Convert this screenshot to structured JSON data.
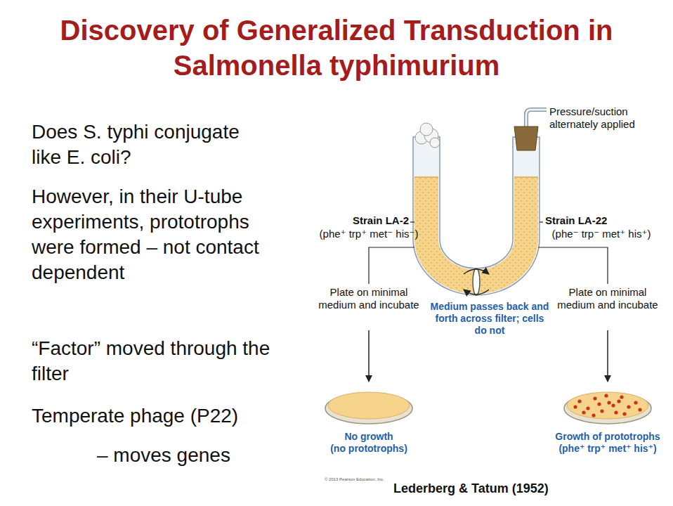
{
  "diagram": {
    "title": "Discovery of Generalized Transduction in Salmonella typhimurium",
    "nodes": [
      {
        "text": [
          "No growth",
          "(no prototrophs)"
        ]
      },
      {
        "text": [
          "Growth of prototrophs",
          "(phe⁺ trp⁺ met⁺ his⁺)"
        ]
      }
    ],
    "labels": [
      "Does S. typhi conjugate like E. coli?",
      "However, in their U-tube experiments, prototrophs were formed – not contact dependent",
      "“Factor” moved through the filter",
      "Temperate phage (P22)",
      "– moves genes",
      "Pressure/suction alternately applied",
      "Strain LA-2",
      "(phe⁺ trp⁺ met⁻ his⁻)",
      "Strain LA-22",
      "(phe⁻ trp⁻ met⁺ his⁺)",
      "Plate on minimal medium and incubate",
      "Medium passes back and forth across filter; cells do not",
      "Plate on minimal medium and incubate",
      "© 2013 Pearson Education, Inc.",
      "Lederberg & Tatum (1952)"
    ]
  }
}
